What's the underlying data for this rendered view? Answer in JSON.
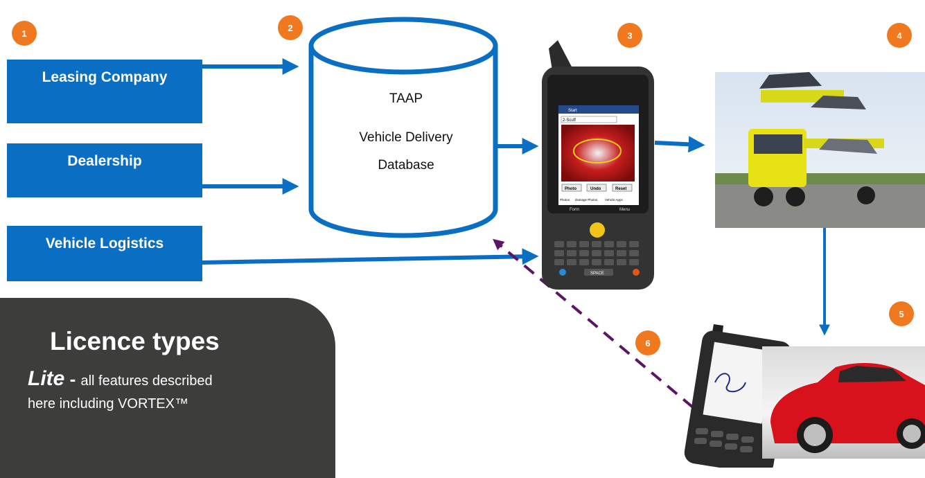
{
  "badges": [
    "1",
    "2",
    "3",
    "4",
    "5",
    "6"
  ],
  "sources": {
    "leasing": "Leasing Company",
    "dealership": "Dealership",
    "logistics": "Vehicle Logistics"
  },
  "database": {
    "line1": "TAAP",
    "line2": "Vehicle Delivery",
    "line3": "Database"
  },
  "handheld": {
    "start": "Start",
    "dropdown": "2-Scuff",
    "photo_btn": "Photo",
    "undo_btn": "Undo",
    "reset_btn": "Reset",
    "tab1": "Photos",
    "tab2": "Damage Photos",
    "tab3": "Vehicle Apps",
    "soft_left": "Form",
    "soft_right": "Menu",
    "space_key": "SPACE"
  },
  "licence": {
    "title": "Licence types",
    "lite": "Lite",
    "dash": " - ",
    "line1_rest": "all features described",
    "line2": "here including VORTEX™"
  },
  "colors": {
    "arrow_blue": "#0a6fc2",
    "badge_orange": "#f0781e",
    "dashed_purple": "#5a1566",
    "panel_dark": "#3d3d3b"
  }
}
